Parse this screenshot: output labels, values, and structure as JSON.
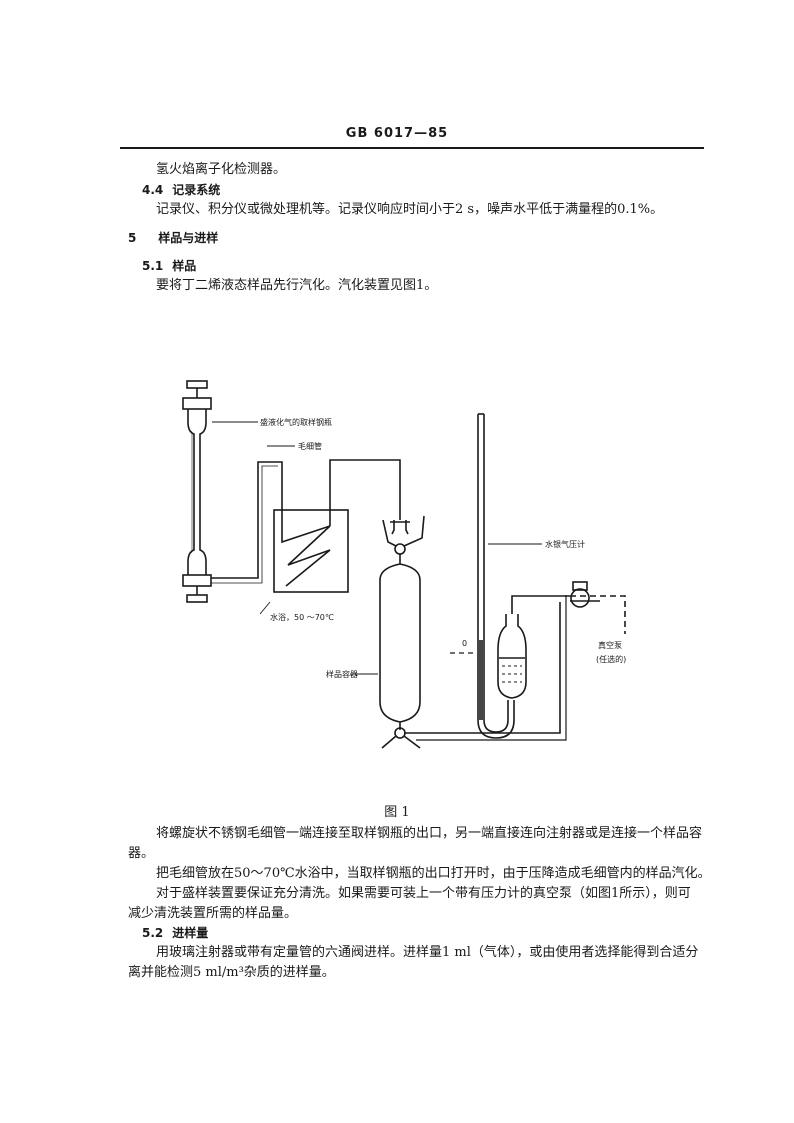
{
  "header": {
    "standard_code": "GB 6017—85"
  },
  "body": {
    "line_detector": "氢火焰离子化检测器。",
    "sec_4_4": {
      "num": "4.4",
      "title": "记录系统"
    },
    "para_recorder": "记录仪、积分仪或微处理机等。记录仪响应时间小于2 s，噪声水平低于满量程的0.1%。",
    "sec_5": {
      "num": "5",
      "title": "样品与进样"
    },
    "sec_5_1": {
      "num": "5.1",
      "title": "样品"
    },
    "para_sample": "要将丁二烯液态样品先行汽化。汽化装置见图1。",
    "para_connect_1": "将螺旋状不锈钢毛细管一端连接至取样钢瓶的出口，另一端直接连向注射器或是连接一个样品容",
    "para_connect_2": "器。",
    "para_bath": "把毛细管放在50～70℃水浴中，当取样钢瓶的出口打开时，由于压降造成毛细管内的样品汽化。",
    "para_flush_1": "对于盛样装置要保证充分清洗。如果需要可装上一个带有压力计的真空泵（如图1所示），则可",
    "para_flush_2": "减少清洗装置所需的样品量。",
    "sec_5_2": {
      "num": "5.2",
      "title": "进样量"
    },
    "para_inject_1": "用玻璃注射器或带有定量管的六通阀进样。进样量1 ml（气体），或由使用者选择能得到合适分",
    "para_inject_2": "离并能检测5 ml/m³杂质的进样量。"
  },
  "figure": {
    "caption": "图 1",
    "labels": {
      "cylinder": "盛液化气的取样钢瓶",
      "capillary": "毛细管",
      "bath": "水浴，50 ～70℃",
      "manometer": "水银气压计",
      "zero_mark": "0",
      "pump": "真空泵",
      "pump_note": "(任选的)",
      "container": "样品容器"
    }
  }
}
